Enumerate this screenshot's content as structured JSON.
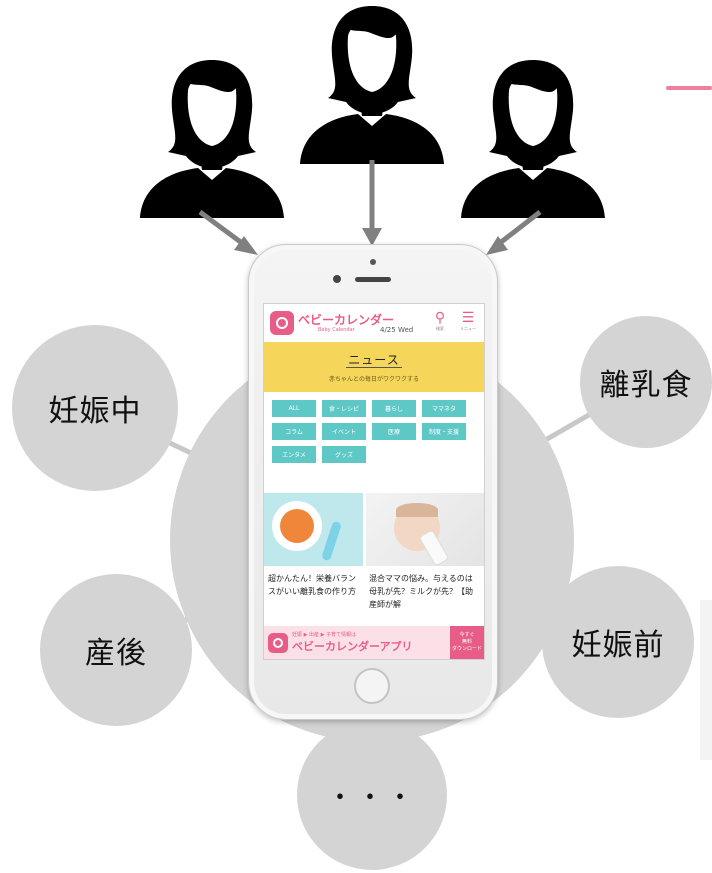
{
  "bubbles": {
    "ninshin_chu": "妊娠中",
    "rinyushoku": "離乳食",
    "sango": "産後",
    "ninshin_mae": "妊娠前",
    "more": "・・・"
  },
  "app": {
    "logo_main": "ベビーカレンダー",
    "logo_sub": "Baby Calendar",
    "date": "4/25 Wed",
    "search_icon": "search-icon",
    "search_label": "検索",
    "menu_icon": "menu-icon",
    "menu_label": "メニュー",
    "news_title": "ニュース",
    "news_subtitle": "赤ちゃんとの毎日がワクワクする",
    "categories": [
      "ALL",
      "食・レシピ",
      "暮らし",
      "ママネタ",
      "コラム",
      "イベント",
      "医療",
      "制度・支援",
      "エンタメ",
      "グッズ"
    ],
    "articles": [
      {
        "title": "超かんたん！栄養バランスがいい離乳食の作り方"
      },
      {
        "title": "混合ママの悩み。与えるのは母乳が先？ミルクが先？【助産師が解"
      }
    ],
    "banner_small": "妊娠 ▶ 出産 ▶ 子育て情報は",
    "banner_main": "ベビーカレンダーアプリ",
    "banner_cta_1": "今すぐ",
    "banner_cta_2": "無料",
    "banner_cta_3": "ダウンロード"
  },
  "colors": {
    "accent_pink": "#e85d88",
    "category_teal": "#5ec8c6",
    "news_yellow": "#f5d55a",
    "bubble_gray": "#d4d4d4",
    "arrow_gray": "#808080",
    "connector_gray": "#c8c8c8"
  }
}
